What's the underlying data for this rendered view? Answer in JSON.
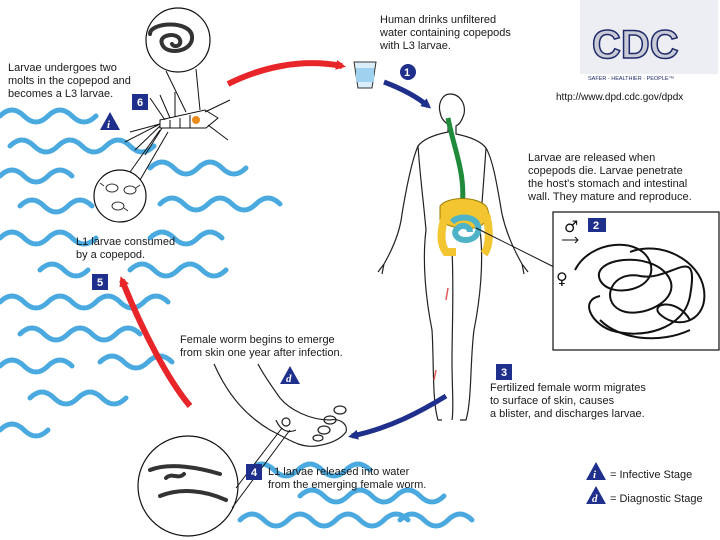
{
  "logo": {
    "letters": "CDC",
    "tagline": "SAFER · HEALTHIER · PEOPLE™"
  },
  "source_url": "http://www.dpd.cdc.gov/dpdx",
  "steps": [
    {
      "number": "1",
      "text": "Human drinks unfiltered\nwater containing copepods\nwith L3 larvae."
    },
    {
      "number": "2",
      "text": "Larvae are released when\ncopepods die.  Larvae penetrate\nthe host's stomach and intestinal\nwall.  They mature and reproduce."
    },
    {
      "number": "3",
      "text": "Fertilized female worm migrates\nto surface of skin, causes\na blister, and discharges larvae."
    },
    {
      "number": "4",
      "text": "L1 larvae released into water\nfrom the emerging female worm."
    },
    {
      "number": "5",
      "text": "L1 larvae consumed\nby a copepod."
    },
    {
      "number": "6",
      "text": "Larvae undergoes two\nmolts in the copepod and\nbecomes a L3 larvae."
    }
  ],
  "emergence_note": "Female worm begins to emerge\nfrom skin one year after infection.",
  "stage_markers": {
    "infective": "i",
    "diagnostic": "d"
  },
  "sex_symbols": {
    "male": "♂",
    "female": "♀"
  },
  "legend": [
    {
      "marker": "i",
      "label": "= Infective Stage"
    },
    {
      "marker": "d",
      "label": "= Diagnostic Stage"
    }
  ],
  "colors": {
    "water": "#4aa9df",
    "arrow_red": "#e8262a",
    "arrow_blue": "#1f2f8c",
    "step_badge": "#1f2f8c",
    "esophagus": "#1e8a3a",
    "stomach": "#f2c531",
    "intestine": "#4fb3c8"
  }
}
